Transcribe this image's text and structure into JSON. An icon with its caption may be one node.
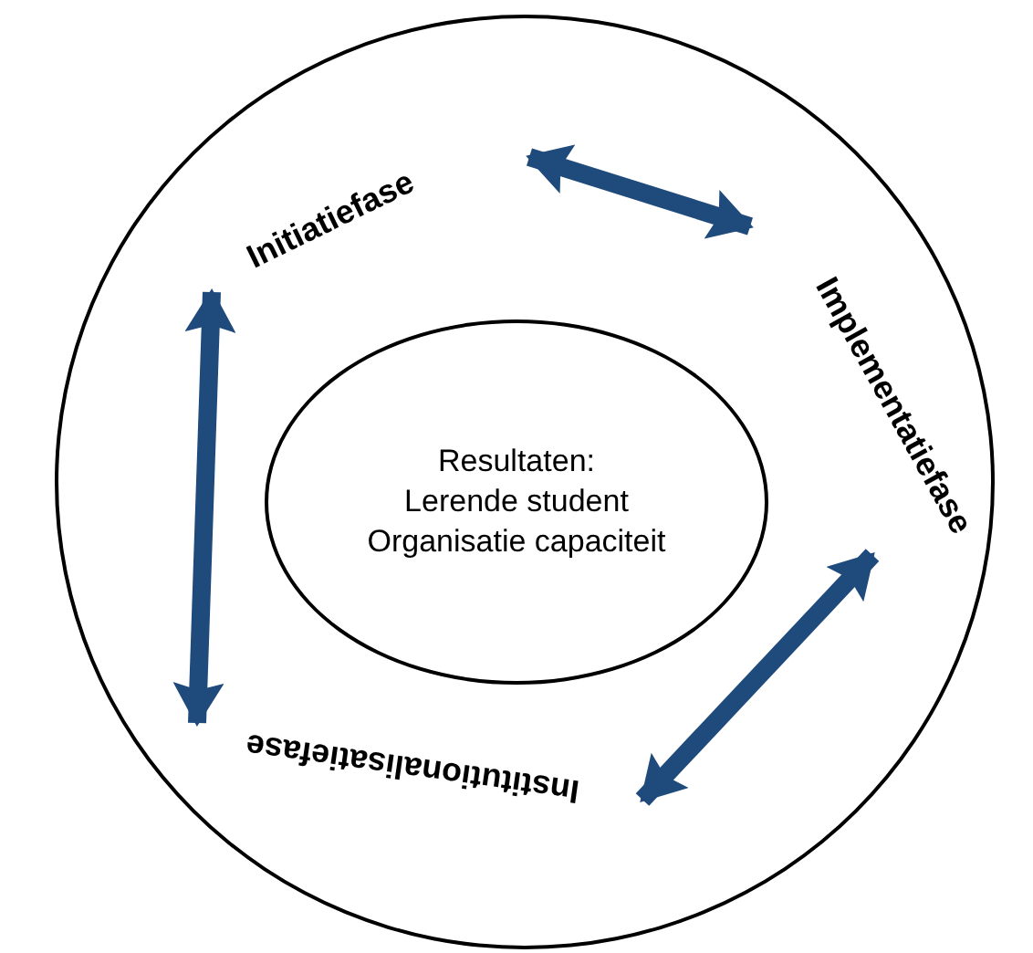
{
  "diagram": {
    "nodes": [
      {
        "text": [],
        "shape": "circle"
      },
      {
        "text": [
          "Resultaten:",
          "Lerende student",
          "Organisatie capaciteit"
        ],
        "in": 0
      },
      {
        "text": [
          "Initiatiefase"
        ],
        "in": 0
      },
      {
        "text": [
          "Implementatiefase"
        ],
        "in": 0
      },
      {
        "text": [
          "Institutionalisatiefase"
        ],
        "in": 0
      }
    ],
    "edges": [
      {
        "from": 2,
        "to": 3,
        "arrow": "both"
      },
      {
        "from": 3,
        "to": 4,
        "arrow": "both"
      },
      {
        "from": 4,
        "to": 2,
        "arrow": "both"
      }
    ]
  }
}
